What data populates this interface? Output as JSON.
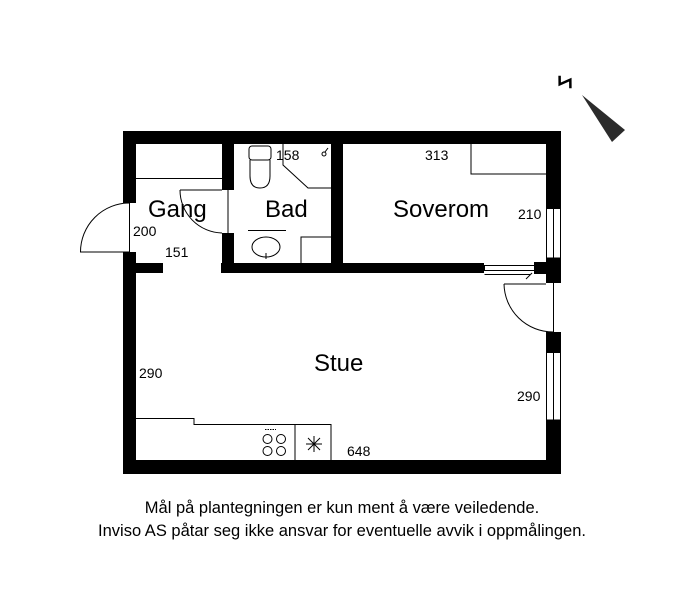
{
  "plan": {
    "rooms": [
      {
        "id": "gang",
        "label": "Gang"
      },
      {
        "id": "bad",
        "label": "Bad"
      },
      {
        "id": "soverom",
        "label": "Soverom"
      },
      {
        "id": "stue",
        "label": "Stue"
      }
    ],
    "dimensions": {
      "gang_height": "200",
      "gang_width": "151",
      "bad_width": "158",
      "soverom_width": "313",
      "soverom_height": "210",
      "stue_left_height": "290",
      "stue_right_height": "290",
      "stue_width": "648"
    },
    "compass": {
      "label": "N",
      "icon": "north-arrow-icon"
    },
    "colors": {
      "wall": "#000000",
      "background": "#ffffff",
      "line": "#000000"
    }
  },
  "disclaimer": {
    "line1": "Mål på plantegningen er kun ment å være veiledende.",
    "line2": "Inviso AS påtar seg ikke ansvar for eventuelle avvik i oppmålingen."
  }
}
